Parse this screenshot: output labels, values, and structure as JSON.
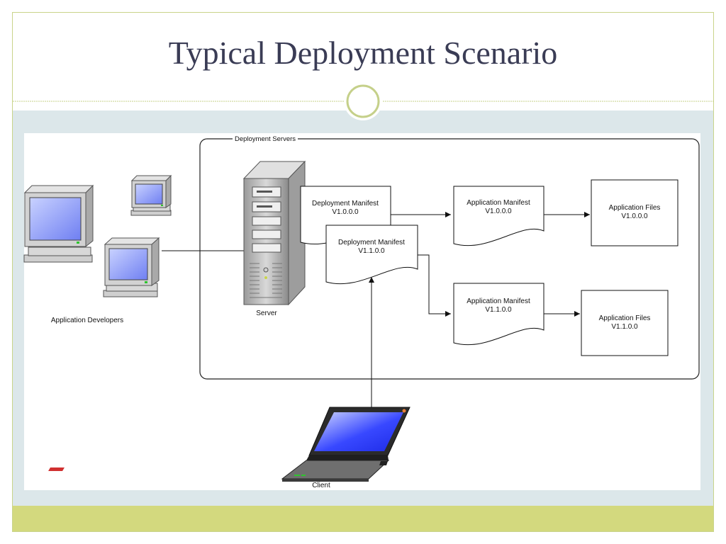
{
  "slide": {
    "title": "Typical Deployment Scenario"
  },
  "diagram": {
    "group_label": "Deployment Servers",
    "developers_label": "Application Developers",
    "server_label": "Server",
    "client_label": "Client",
    "deploy_manifest_1": {
      "line1": "Deployment Manifest",
      "line2": "V1.0.0.0"
    },
    "deploy_manifest_2": {
      "line1": "Deployment Manifest",
      "line2": "V1.1.0.0"
    },
    "app_manifest_1": {
      "line1": "Application Manifest",
      "line2": "V1.0.0.0"
    },
    "app_manifest_2": {
      "line1": "Application Manifest",
      "line2": "V1.1.0.0"
    },
    "app_files_1": {
      "line1": "Application Files",
      "line2": "V1.0.0.0"
    },
    "app_files_2": {
      "line1": "Application Files",
      "line2": "V1.1.0.0"
    }
  },
  "colors": {
    "title": "#3a3c55",
    "band": "#dce7ea",
    "footer": "#d3d97e",
    "accent_ring": "#c5d08a",
    "screen": "#8f9cff"
  }
}
